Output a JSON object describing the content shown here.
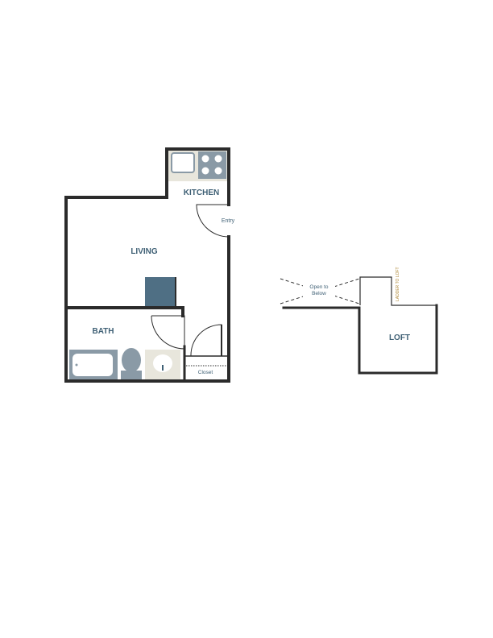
{
  "rooms": {
    "kitchen": "KITCHEN",
    "living": "LIVING",
    "bath": "BATH",
    "loft": "LOFT"
  },
  "labels": {
    "entry": "Entry",
    "closet": "Closet",
    "open_to_below_line1": "Open to",
    "open_to_below_line2": "Below",
    "ladder": "LADDER TO LOFT"
  },
  "colors": {
    "wall": "#2b2b2b",
    "label": "#3f6075",
    "fixture_gray": "#8a9aa6",
    "fixture_light": "#e8e6dc",
    "fixture_blue": "#4f6f84",
    "ladder_label": "#b08a3a"
  }
}
